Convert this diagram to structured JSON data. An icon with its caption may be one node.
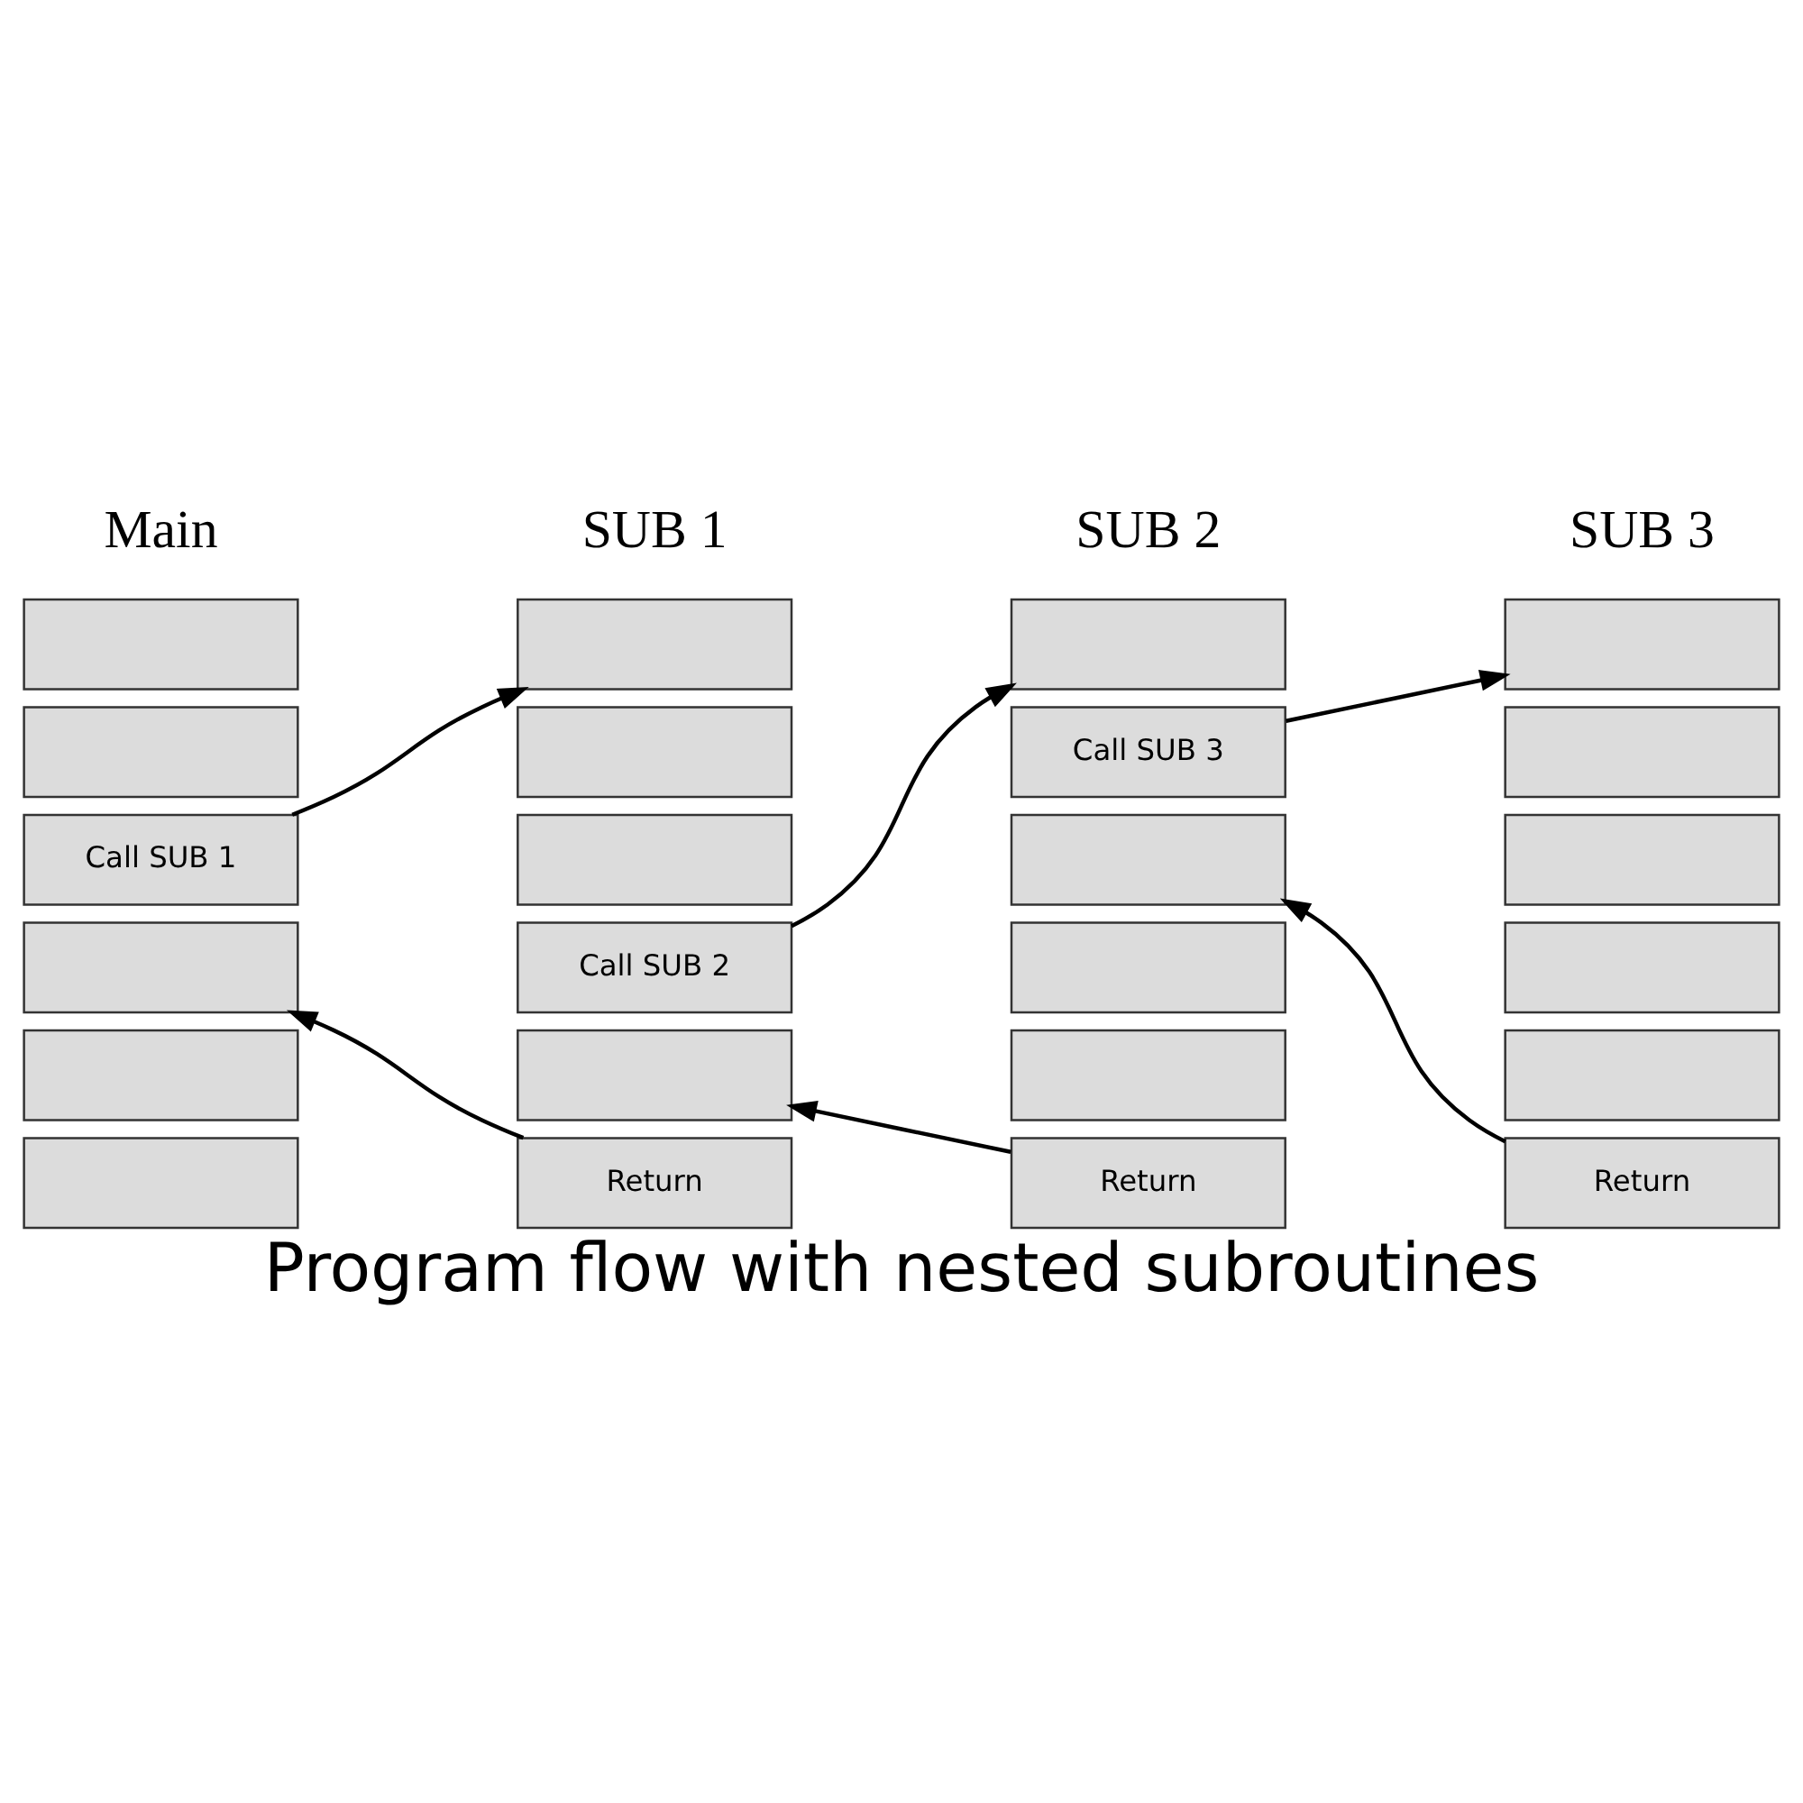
{
  "diagram": {
    "title": "Program flow with nested subroutines",
    "nodes": [
      {
        "text": [],
        "shape": "box"
      },
      {
        "text": [],
        "shape": "box"
      },
      {
        "text": [
          "Call SUB 1"
        ]
      },
      {
        "text": [],
        "shape": "box"
      },
      {
        "text": [],
        "shape": "box"
      },
      {
        "text": [],
        "shape": "box"
      },
      {
        "text": [],
        "shape": "box"
      },
      {
        "text": [],
        "shape": "box"
      },
      {
        "text": [],
        "shape": "box"
      },
      {
        "text": [
          "Call SUB 2"
        ]
      },
      {
        "text": [],
        "shape": "box"
      },
      {
        "text": [
          "Return"
        ]
      },
      {
        "text": [],
        "shape": "box"
      },
      {
        "text": [
          "Call SUB 3"
        ]
      },
      {
        "text": [],
        "shape": "box"
      },
      {
        "text": [],
        "shape": "box"
      },
      {
        "text": [],
        "shape": "box"
      },
      {
        "text": [
          "Return"
        ]
      },
      {
        "text": [],
        "shape": "box"
      },
      {
        "text": [],
        "shape": "box"
      },
      {
        "text": [],
        "shape": "box"
      },
      {
        "text": [],
        "shape": "box"
      },
      {
        "text": [],
        "shape": "box"
      },
      {
        "text": [
          "Return"
        ]
      }
    ],
    "edges": [
      {
        "from": 2,
        "to": 6,
        "arrow": "to"
      },
      {
        "from": 9,
        "to": 12,
        "arrow": "to"
      },
      {
        "from": 13,
        "to": 18,
        "arrow": "to"
      },
      {
        "from": 23,
        "to": 14,
        "arrow": "to"
      },
      {
        "from": 17,
        "to": 10,
        "arrow": "to"
      },
      {
        "from": 11,
        "to": 3,
        "arrow": "to"
      }
    ],
    "labels": [
      "Main",
      "SUB 1",
      "SUB 2",
      "SUB 3"
    ]
  }
}
